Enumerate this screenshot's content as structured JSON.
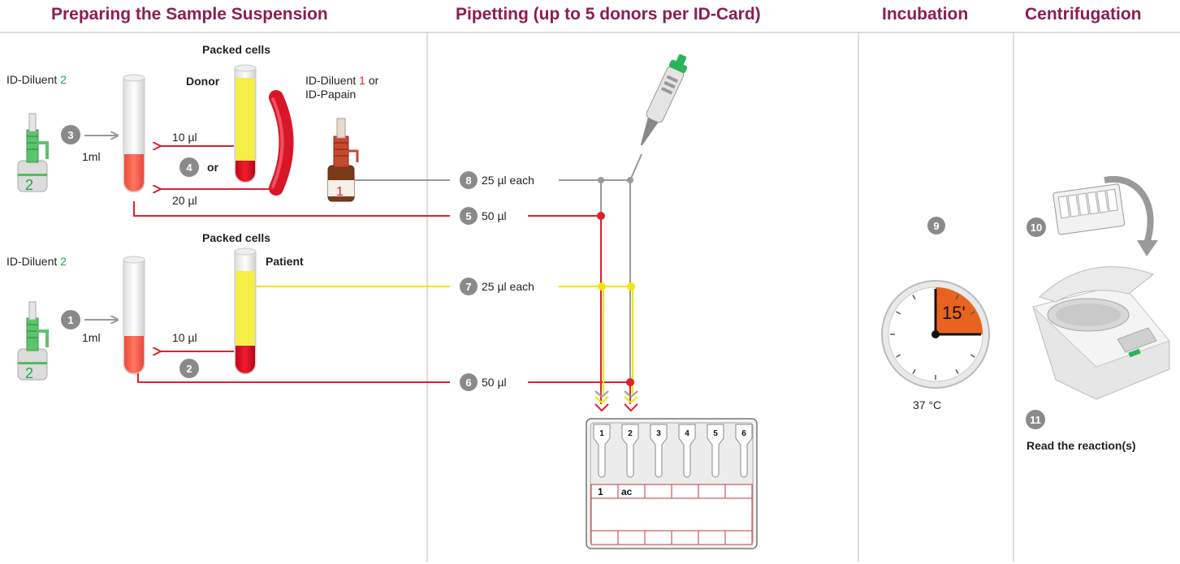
{
  "headers": {
    "prep": "Preparing the Sample Suspension",
    "pipetting": "Pipetting (up to 5 donors per ID-Card)",
    "incubation": "Incubation",
    "centrifugation": "Centrifugation"
  },
  "prep": {
    "diluent2_top": "ID-Diluent ",
    "diluent2_num": "2",
    "diluent2_bottom": "ID-Diluent ",
    "diluent2_bottom_num": "2",
    "packed_cells_top": "Packed cells",
    "packed_cells_bottom": "Packed cells",
    "donor": "Donor",
    "patient": "Patient",
    "diluent1_line1": "ID-Diluent ",
    "diluent1_num": "1",
    "diluent1_or": " or",
    "diluent1_line2": "ID-Papain",
    "vol_1ml_top": "1ml",
    "vol_1ml_bottom": "1ml",
    "vol_10_top": "10 µl",
    "vol_20": "20 µl",
    "vol_10_bottom": "10 µl",
    "or": "or",
    "bottle_label_green": "2",
    "bottle_label_red": "1"
  },
  "steps": {
    "s1": "1",
    "s2": "2",
    "s3": "3",
    "s4": "4",
    "s5": "5",
    "s6": "6",
    "s7": "7",
    "s8": "8",
    "s9": "9",
    "s10": "10",
    "s11": "11"
  },
  "pipetting": {
    "row8": "25 µl each",
    "row5": "50 µl",
    "row7": "25 µl each",
    "row6": "50 µl"
  },
  "card": {
    "wells": [
      "1",
      "2",
      "3",
      "4",
      "5",
      "6"
    ],
    "cell1": "1",
    "cell2": "ac"
  },
  "incubation": {
    "time": "15'",
    "temp": "37 °C",
    "time_fraction": 0.25
  },
  "centrifugation": {
    "read": "Read the reaction(s)"
  },
  "colors": {
    "header": "#8c1d52",
    "red_line": "#e0202a",
    "yellow_line": "#f2e600",
    "grey_line": "#999999",
    "step_bg": "#8a8a8a",
    "clock_orange": "#e8641e"
  }
}
